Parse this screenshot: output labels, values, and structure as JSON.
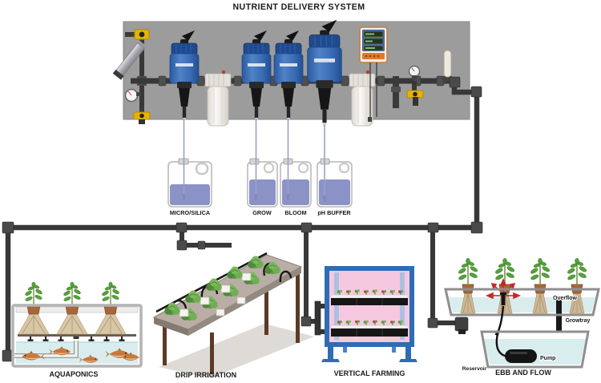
{
  "title": "NUTRIENT DELIVERY SYSTEM",
  "jugs": {
    "labels": [
      "MICRO/SILICA",
      "GROW",
      "BLOOM",
      "pH BUFFER"
    ]
  },
  "systems": {
    "aquaponics": "AQUAPONICS",
    "drip_irrigation": "DRIP IRRIGATION",
    "vertical_farming": "VERTICAL FARMING",
    "ebb_and_flow": "EBB AND FLOW"
  },
  "ebb_flow_labels": {
    "overflow": "Overflow",
    "growtray": "Growtray",
    "pump": "Pump",
    "reservoir": "Reservoir"
  },
  "colors": {
    "panel": "#9c9c9c",
    "pipe": "#383838",
    "pump_blue": "#3a6cb5",
    "pump_cap": "#1f4a8f",
    "jug_liquid": "#8a92c6",
    "suction_tube": "#9aa0cc",
    "water": "#d9edee",
    "leaf_green": "#55a33a",
    "lettuce_green": "#5e9c44",
    "root_tan": "#d2bd9a",
    "basket_brown": "#a5673b",
    "vf_frame_blue": "#2e6db4",
    "vf_glow_pink": "#f6c8e0",
    "table_top": "#b9ada5",
    "table_leg": "#5c3a26",
    "valve_yellow": "#e6b400",
    "arrow_red": "#c62828",
    "filter_white": "#f2f1ec",
    "controller_orange": "#e07a2a"
  }
}
